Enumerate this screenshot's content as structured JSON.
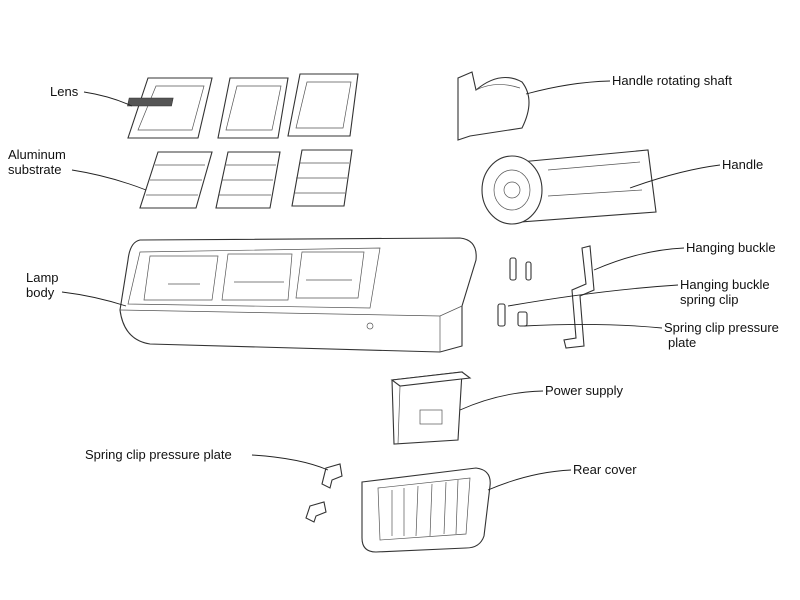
{
  "title": "Exploded view of LED street light",
  "labels": {
    "lens": "Lens",
    "aluminum_substrate": [
      "Aluminum",
      "substrate"
    ],
    "lamp_body": [
      "Lamp",
      "body"
    ],
    "handle_rotating_shaft": "Handle rotating shaft",
    "handle": "Handle",
    "hanging_buckle": "Hanging buckle",
    "hanging_buckle_spring_clip": [
      "Hanging buckle",
      "spring clip"
    ],
    "spring_clip_pressure_plate_right": [
      "Spring clip pressure",
      "plate"
    ],
    "power_supply": "Power supply",
    "spring_clip_pressure_plate_left": "Spring clip pressure plate",
    "rear_cover": "Rear cover"
  }
}
